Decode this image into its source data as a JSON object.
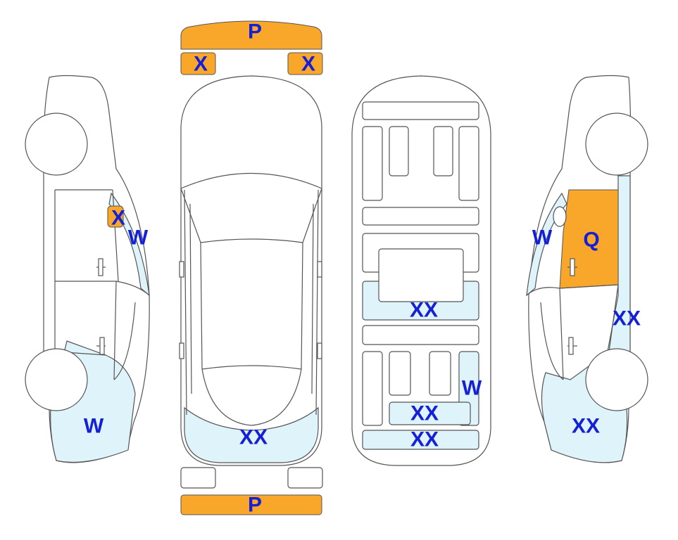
{
  "colors": {
    "damage_orange": "#f9a72a",
    "light_blue": "#dff3fa",
    "label_blue": "#1520d6",
    "outline": "#555555"
  },
  "labels": {
    "front_bumper": "P",
    "rear_bumper": "P",
    "front_left_lamp": "X",
    "front_right_lamp": "X",
    "left_front_glass": "X",
    "left_window": "W",
    "left_rear_quarter": "W",
    "roof_rear_panel": "XX",
    "interior_middle": "XX",
    "interior_right_panel": "W",
    "interior_rear_1": "XX",
    "interior_rear_2": "XX",
    "right_window": "W",
    "right_rear_door": "Q",
    "right_pillar": "XX",
    "right_rear_quarter": "XX"
  }
}
